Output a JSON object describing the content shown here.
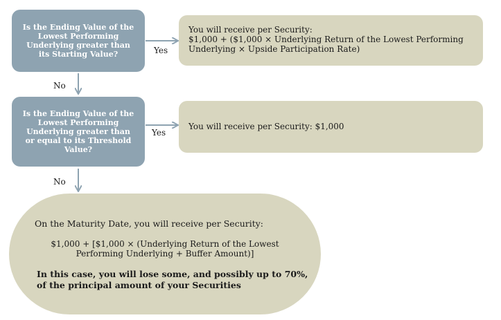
{
  "decision1": {
    "question": "Is the Ending Value of the Lowest Performing Underlying greater than its Starting Value?",
    "yes_label": "Yes",
    "no_label": "No",
    "result_line1": "You will receive per Security:",
    "result_line2": "$1,000 + ($1,000 × Underlying Return of the Lowest Performing Underlying × Upside Participation Rate)"
  },
  "decision2": {
    "question": "Is the Ending Value of the Lowest Performing Underlying greater than or equal to its Threshold Value?",
    "yes_label": "Yes",
    "no_label": "No",
    "result": "You will receive per Security: $1,000"
  },
  "outcome": {
    "line1": "On the Maturity Date, you will receive per Security:",
    "formula": "$1,000 + [$1,000 × (Underlying Return of the Lowest Performing Underlying + Buffer Amount)]",
    "warning": "In this case, you will lose some, and possibly up to 70%, of the principal amount of your Securities"
  },
  "colors": {
    "question_fill": "#8ea3b1",
    "result_fill": "#d8d6bf",
    "arrow": "#8ea3b1"
  }
}
